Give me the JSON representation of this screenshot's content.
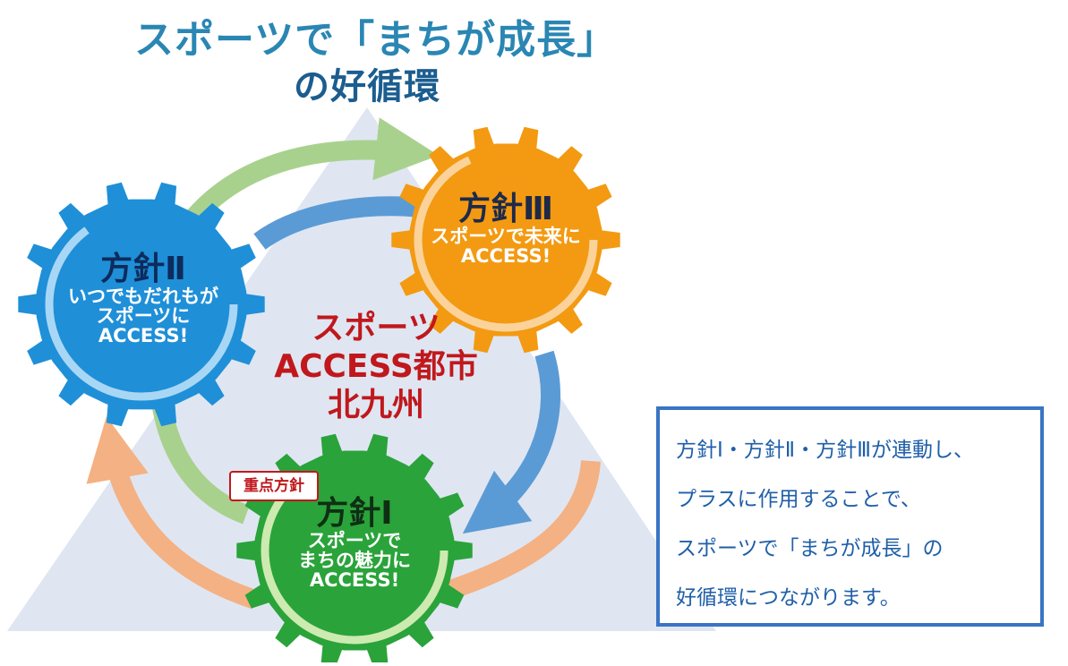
{
  "title": {
    "line1": "スポーツで「まちが成長」",
    "line2": "の好循環"
  },
  "center": {
    "line1": "スポーツ",
    "line2": "ACCESS都市",
    "line3": "北九州"
  },
  "gears": {
    "policy2": {
      "heading": "方針Ⅱ",
      "line1": "いつでもだれもが",
      "line2": "スポーツに",
      "line3": "ACCESS!",
      "color": "#1f8fd8"
    },
    "policy3": {
      "heading": "方針Ⅲ",
      "line1": "スポーツで未来に",
      "line2": "ACCESS!",
      "color": "#f39a12"
    },
    "policy1": {
      "badge": "重点方針",
      "heading": "方針Ⅰ",
      "line1": "スポーツで",
      "line2": "まちの魅力に",
      "line3": "ACCESS!",
      "color": "#2aa33a"
    }
  },
  "note": {
    "line1": "方針Ⅰ・方針Ⅱ・方針Ⅲが連動し、",
    "line2": "プラスに作用することで、",
    "line3": "スポーツで「まちが成長」の",
    "line4": "好循環につながります。"
  },
  "colors": {
    "triangle": "#dfe6f2",
    "arrow_green": "#a9d18e",
    "arrow_blue": "#5b9bd5",
    "arrow_orange": "#f4b183",
    "accent_red": "#c0181c",
    "note_border": "#3a74c4"
  }
}
